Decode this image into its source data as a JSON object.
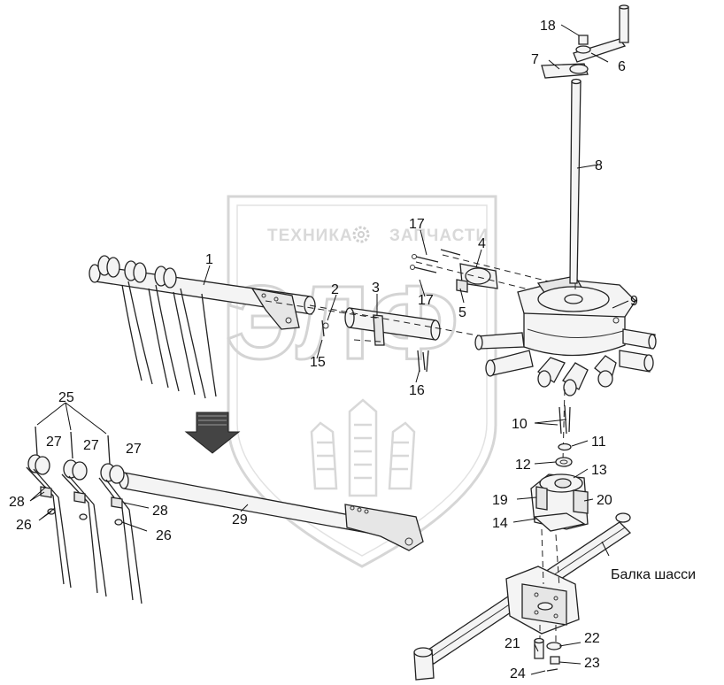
{
  "watermark": {
    "top_text": "ТЕХНИКА",
    "top_text_right": "ЗАПЧАСТИ",
    "big_text": "ЭЛФ",
    "gear_icon": "gear-icon"
  },
  "labels": {
    "l1": "1",
    "l2": "2",
    "l3": "3",
    "l4": "4",
    "l5": "5",
    "l6": "6",
    "l7": "7",
    "l8": "8",
    "l9": "9",
    "l10": "10",
    "l11": "11",
    "l12": "12",
    "l13": "13",
    "l14": "14",
    "l15": "15",
    "l16": "16",
    "l17a": "17",
    "l17b": "17",
    "l18": "18",
    "l19": "19",
    "l20": "20",
    "l21": "21",
    "l22": "22",
    "l23": "23",
    "l24": "24",
    "l25": "25",
    "l26a": "26",
    "l26b": "26",
    "l27a": "27",
    "l27b": "27",
    "l27c": "27",
    "l28a": "28",
    "l28b": "28",
    "l29": "29"
  },
  "chassis_label": "Балка шасси",
  "colors": {
    "line": "#222222",
    "watermark": "#d4d4d4",
    "arrow": "#333333"
  }
}
